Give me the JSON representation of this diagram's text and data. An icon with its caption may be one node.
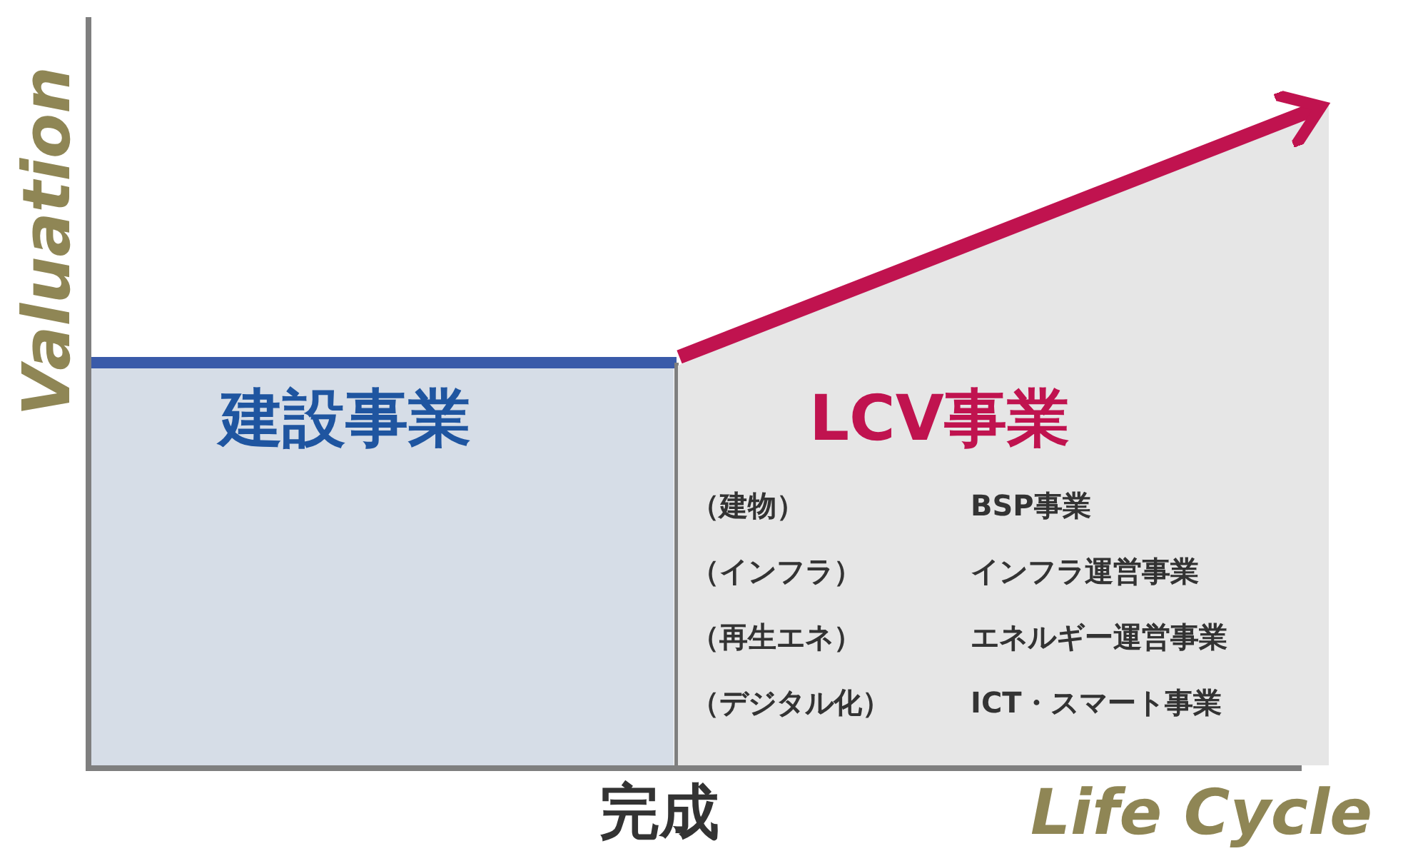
{
  "diagram": {
    "nodes": [
      {
        "text": [
          "建設事業"
        ]
      },
      {
        "text": [
          "LCV事業"
        ]
      }
    ],
    "edges": [],
    "labels": [
      "Valuation",
      "（建物）",
      "BSP事業",
      "（インフラ）",
      "インフラ運営事業",
      "（再生エネ）",
      "エネルギー運営事業",
      "（デジタル化）",
      "ICT・スマート事業",
      "完成",
      "Life Cycle"
    ]
  }
}
